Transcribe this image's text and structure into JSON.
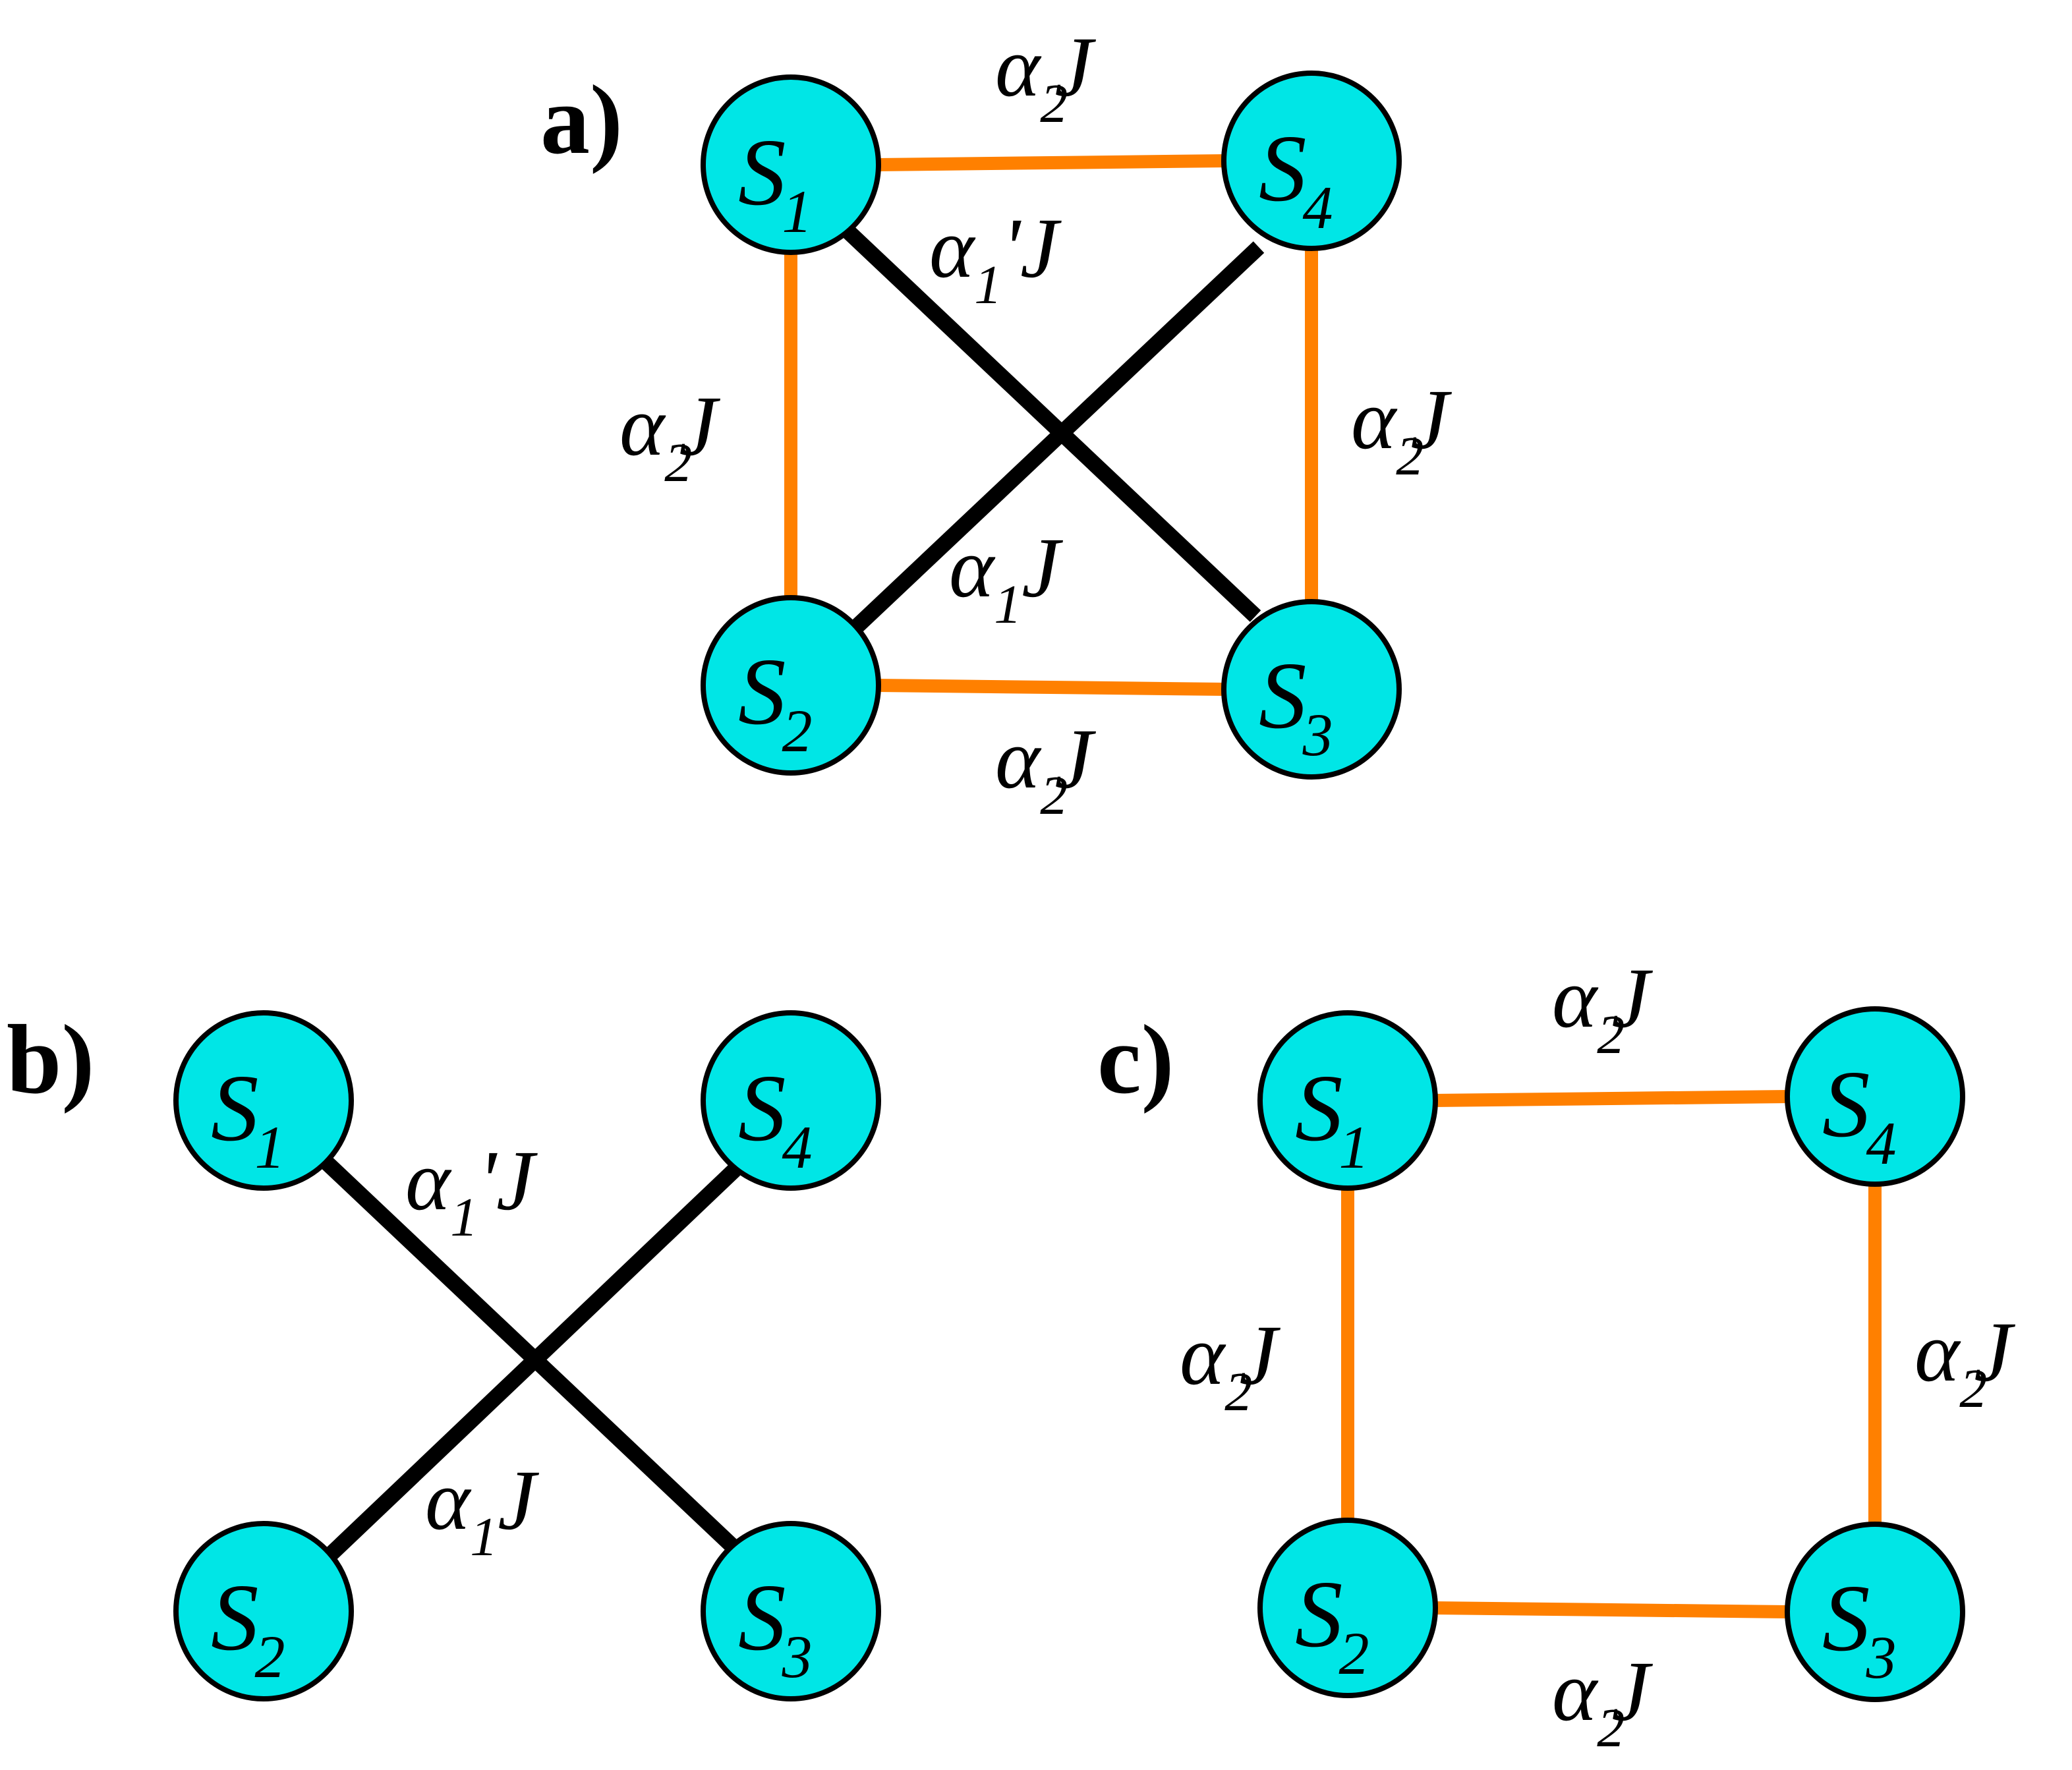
{
  "colors": {
    "node_fill": "#00e6e6",
    "node_stroke": "#000000",
    "weak_bond": "#ff8000",
    "strong_bond": "#000000"
  },
  "panels": {
    "a": {
      "label": "a)",
      "nodes": {
        "s1": {
          "main": "S",
          "sub": "1"
        },
        "s2": {
          "main": "S",
          "sub": "2"
        },
        "s3": {
          "main": "S",
          "sub": "3"
        },
        "s4": {
          "main": "S",
          "sub": "4"
        }
      },
      "couplings": {
        "top": {
          "pre": "α",
          "sub": "2",
          "post": "J"
        },
        "bottom": {
          "pre": "α",
          "sub": "2",
          "post": "J"
        },
        "left": {
          "pre": "α",
          "sub": "2",
          "post": "J"
        },
        "right": {
          "pre": "α",
          "sub": "2",
          "post": "J"
        },
        "diag_upper": {
          "pre": "α",
          "sub": "1",
          "post": "'J"
        },
        "diag_lower": {
          "pre": "α",
          "sub": "1",
          "post": "J"
        }
      }
    },
    "b": {
      "label": "b)",
      "nodes": {
        "s1": {
          "main": "S",
          "sub": "1"
        },
        "s2": {
          "main": "S",
          "sub": "2"
        },
        "s3": {
          "main": "S",
          "sub": "3"
        },
        "s4": {
          "main": "S",
          "sub": "4"
        }
      },
      "couplings": {
        "diag_upper": {
          "pre": "α",
          "sub": "1",
          "post": "'J"
        },
        "diag_lower": {
          "pre": "α",
          "sub": "1",
          "post": "J"
        }
      }
    },
    "c": {
      "label": "c)",
      "nodes": {
        "s1": {
          "main": "S",
          "sub": "1"
        },
        "s2": {
          "main": "S",
          "sub": "2"
        },
        "s3": {
          "main": "S",
          "sub": "3"
        },
        "s4": {
          "main": "S",
          "sub": "4"
        }
      },
      "couplings": {
        "top": {
          "pre": "α",
          "sub": "2",
          "post": "J"
        },
        "bottom": {
          "pre": "α",
          "sub": "2",
          "post": "J"
        },
        "left": {
          "pre": "α",
          "sub": "2",
          "post": "J"
        },
        "right": {
          "pre": "α",
          "sub": "2",
          "post": "J"
        }
      }
    }
  }
}
